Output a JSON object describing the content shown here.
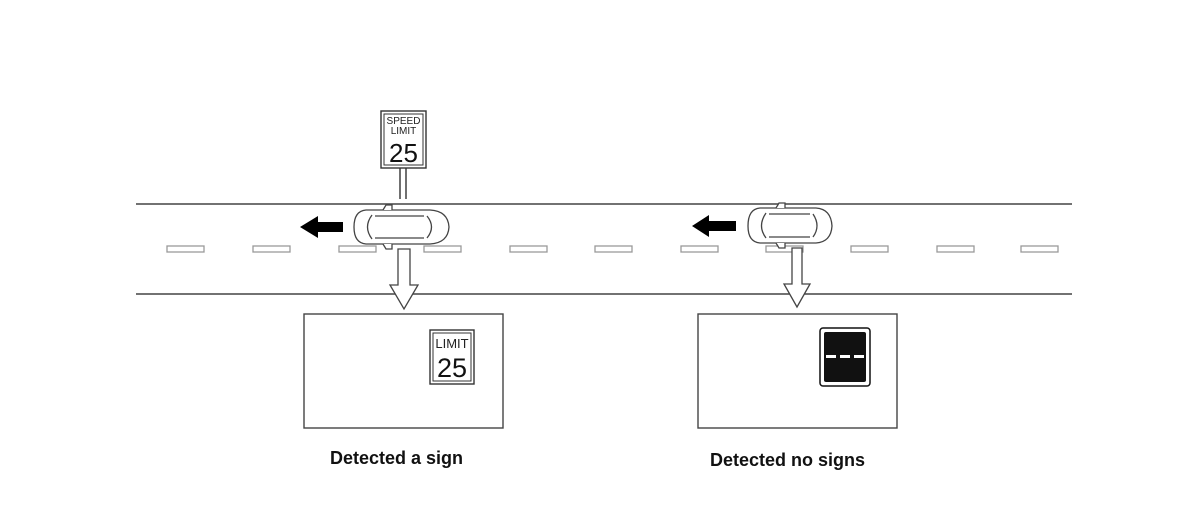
{
  "road_sign": {
    "line1": "SPEED",
    "line2": "LIMIT",
    "value": "25"
  },
  "display_left": {
    "label": "LIMIT",
    "value": "25"
  },
  "display_right": {
    "symbol": "no-sign-lane-icon"
  },
  "captions": {
    "left": "Detected a sign",
    "right": "Detected no signs"
  },
  "colors": {
    "line": "#333333",
    "dash": "#9a9a9a",
    "arrow": "#000000",
    "background": "#ffffff"
  }
}
